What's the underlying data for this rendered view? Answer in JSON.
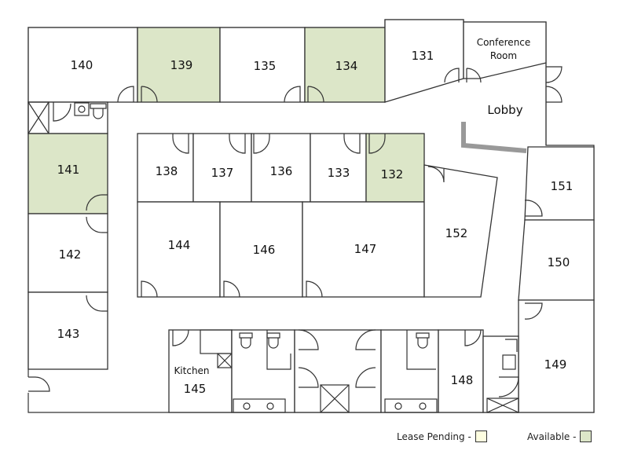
{
  "rooms": {
    "r140": "140",
    "r139": "139",
    "r135": "135",
    "r134": "134",
    "r131": "131",
    "conference_1": "Conference",
    "conference_2": "Room",
    "lobby": "Lobby",
    "r141": "141",
    "r142": "142",
    "r143": "143",
    "r138": "138",
    "r137": "137",
    "r136": "136",
    "r133": "133",
    "r132": "132",
    "r144": "144",
    "r146": "146",
    "r147": "147",
    "r152": "152",
    "r151": "151",
    "r150": "150",
    "r149": "149",
    "r148": "148",
    "kitchen": "Kitchen",
    "r145": "145"
  },
  "status": {
    "available": [
      "139",
      "134",
      "141",
      "132"
    ],
    "lease_pending": []
  },
  "legend": {
    "lease_pending_label": "Lease Pending -",
    "available_label": "Available -"
  },
  "colors": {
    "available": "#dce6c8",
    "lease_pending": "#fefee0",
    "wall": "#333333",
    "lobby_wall": "#999999"
  }
}
